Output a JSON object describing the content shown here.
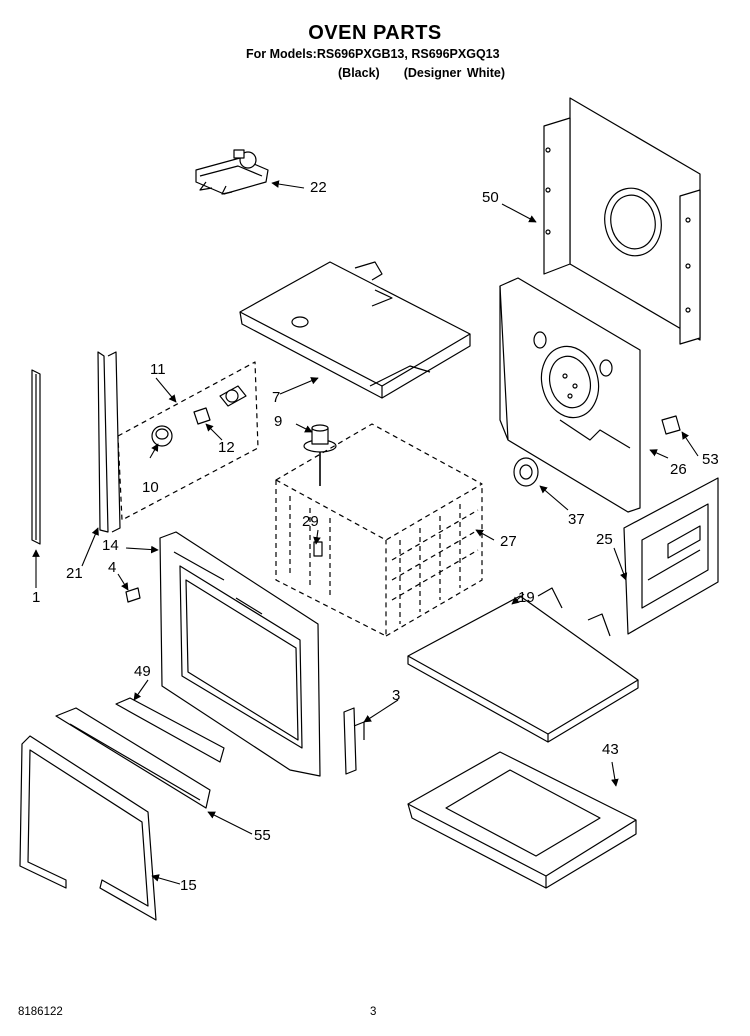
{
  "header": {
    "title": "OVEN PARTS",
    "models": "For Models:RS696PXGB13, RS696PXGQ13",
    "variant_black": "(Black)",
    "variant_white": "(Designer White)"
  },
  "callouts": [
    "22",
    "50",
    "7",
    "11",
    "12",
    "10",
    "9",
    "26",
    "53",
    "37",
    "29",
    "27",
    "25",
    "14",
    "4",
    "21",
    "1",
    "19",
    "49",
    "3",
    "43",
    "55",
    "15"
  ],
  "footer": {
    "doc_number": "8186122",
    "page_number": "3"
  }
}
